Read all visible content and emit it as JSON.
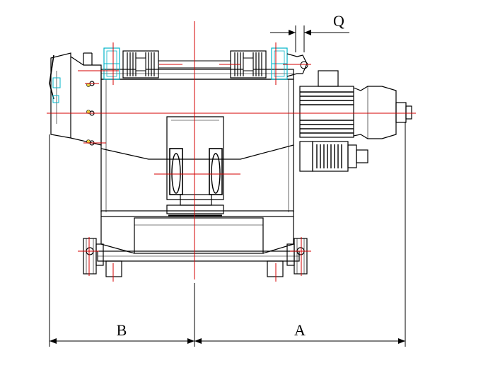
{
  "dimensions": {
    "label_a": "A",
    "label_b": "B",
    "label_q": "Q"
  },
  "colors": {
    "outline": "#000000",
    "centerline": "#d40000",
    "bearing": "#00b4c8",
    "background": "#ffffff"
  }
}
